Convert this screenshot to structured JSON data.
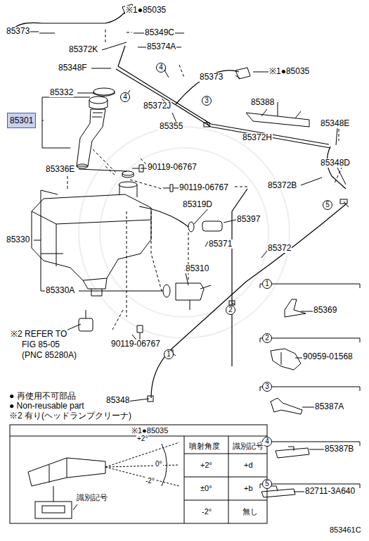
{
  "diagram": {
    "nodes": [
      {
        "text": [
          "85301"
        ]
      },
      {
        "text": [
          "4"
        ]
      },
      {
        "text": [
          "4"
        ]
      },
      {
        "text": [
          "3"
        ]
      },
      {
        "text": [
          "5"
        ]
      },
      {
        "text": [
          "2"
        ]
      },
      {
        "text": [
          "1"
        ]
      },
      {
        "text": [
          "1"
        ]
      },
      {
        "text": [
          "2"
        ]
      },
      {
        "text": [
          "3"
        ]
      },
      {
        "text": [
          "4"
        ]
      },
      {
        "text": [
          "5"
        ]
      }
    ],
    "labels": [
      "※1●85035",
      "85373",
      "85349C",
      "85372K",
      "85374A",
      "85373",
      "※1●85035",
      "85348F",
      "85332",
      "85372J",
      "85355",
      "85388",
      "85348E",
      "85372H",
      "85348D",
      "85372B",
      "90119-06767",
      "85336E",
      "90119-06767",
      "85330",
      "85319D",
      "85397",
      "85371",
      "85372",
      "85310",
      "85330A",
      "85369",
      "90959-01568",
      "※2 REFER TO",
      "FIG 85-05",
      "(PNC 85280A)",
      "90119-06767",
      "85387A",
      "● 再使用不可部品",
      "● Non-reusable part",
      "※2 有り(ヘッドランプクリーナ)",
      "85348",
      "85387B",
      "82711-3A640",
      "※1●85035",
      "噴射角度",
      "識別記号",
      "+2°",
      "+d",
      "±0°",
      "+b",
      "-2°",
      "無し",
      "+2°",
      "0°",
      "-2°",
      "識別記号",
      "853461C"
    ]
  }
}
